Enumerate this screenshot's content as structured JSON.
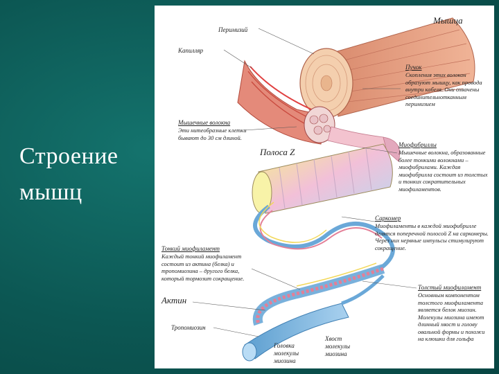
{
  "slide": {
    "title_lines": [
      "Строение",
      "мышц"
    ]
  },
  "figure": {
    "labels": {
      "muscle": "Мышца",
      "perimysium": "Перимизий",
      "capillary": "Капилляр",
      "bundle": {
        "heading": "Пучок",
        "text": "Скопления этих волокон образуют мышцу, как провода внутри кабеля. Они охвачены соединительнотканным перимизием"
      },
      "fibers": {
        "heading": "Мышечные волокна",
        "text": "Эти нитеобразные клетки бывают до 30 см длиной."
      },
      "z_band": "Полоса Z",
      "myofibrils": {
        "heading": "Миофибриллы",
        "text": "Мышечные волокна, образованные более тонкими волокнами – миофибрилами. Каждая миофибрилла состоит из толстых и тонких сократительных миофиламентов."
      },
      "sarcomere": {
        "heading": "Саркомер",
        "text": "Миофиламенты в каждой миофибрилле делятся поперечной полосой Z на саркомеры. Через них нервные импульсы стимулируют сокращение."
      },
      "thin_filament": {
        "heading": "Тонкий миофиламент",
        "text": "Каждый тонкий миофиламент состоит из актина (белка) и тропомиозина – другого белка, который тормозит сокращение."
      },
      "actin": "Актин",
      "thick_filament": {
        "heading": "Толстый миофиламент",
        "text": "Основным компонентом толстого миофиламента является белок миозин. Молекулы миозина имеют длинный хвост и голову овальной формы и похожи на клюшки для гольфа"
      },
      "tropomyosin": "Тропомиозин",
      "myosin_head": "Головка молекулы миозина",
      "myosin_tail": "Хвост молекулы миозина"
    },
    "colors": {
      "muscle": "#e8a283",
      "fiber": "#d9534b",
      "myofibril": "#f2c7d6",
      "filament_blue": "#7fb6dd",
      "actin_pink": "#e7889a"
    }
  }
}
